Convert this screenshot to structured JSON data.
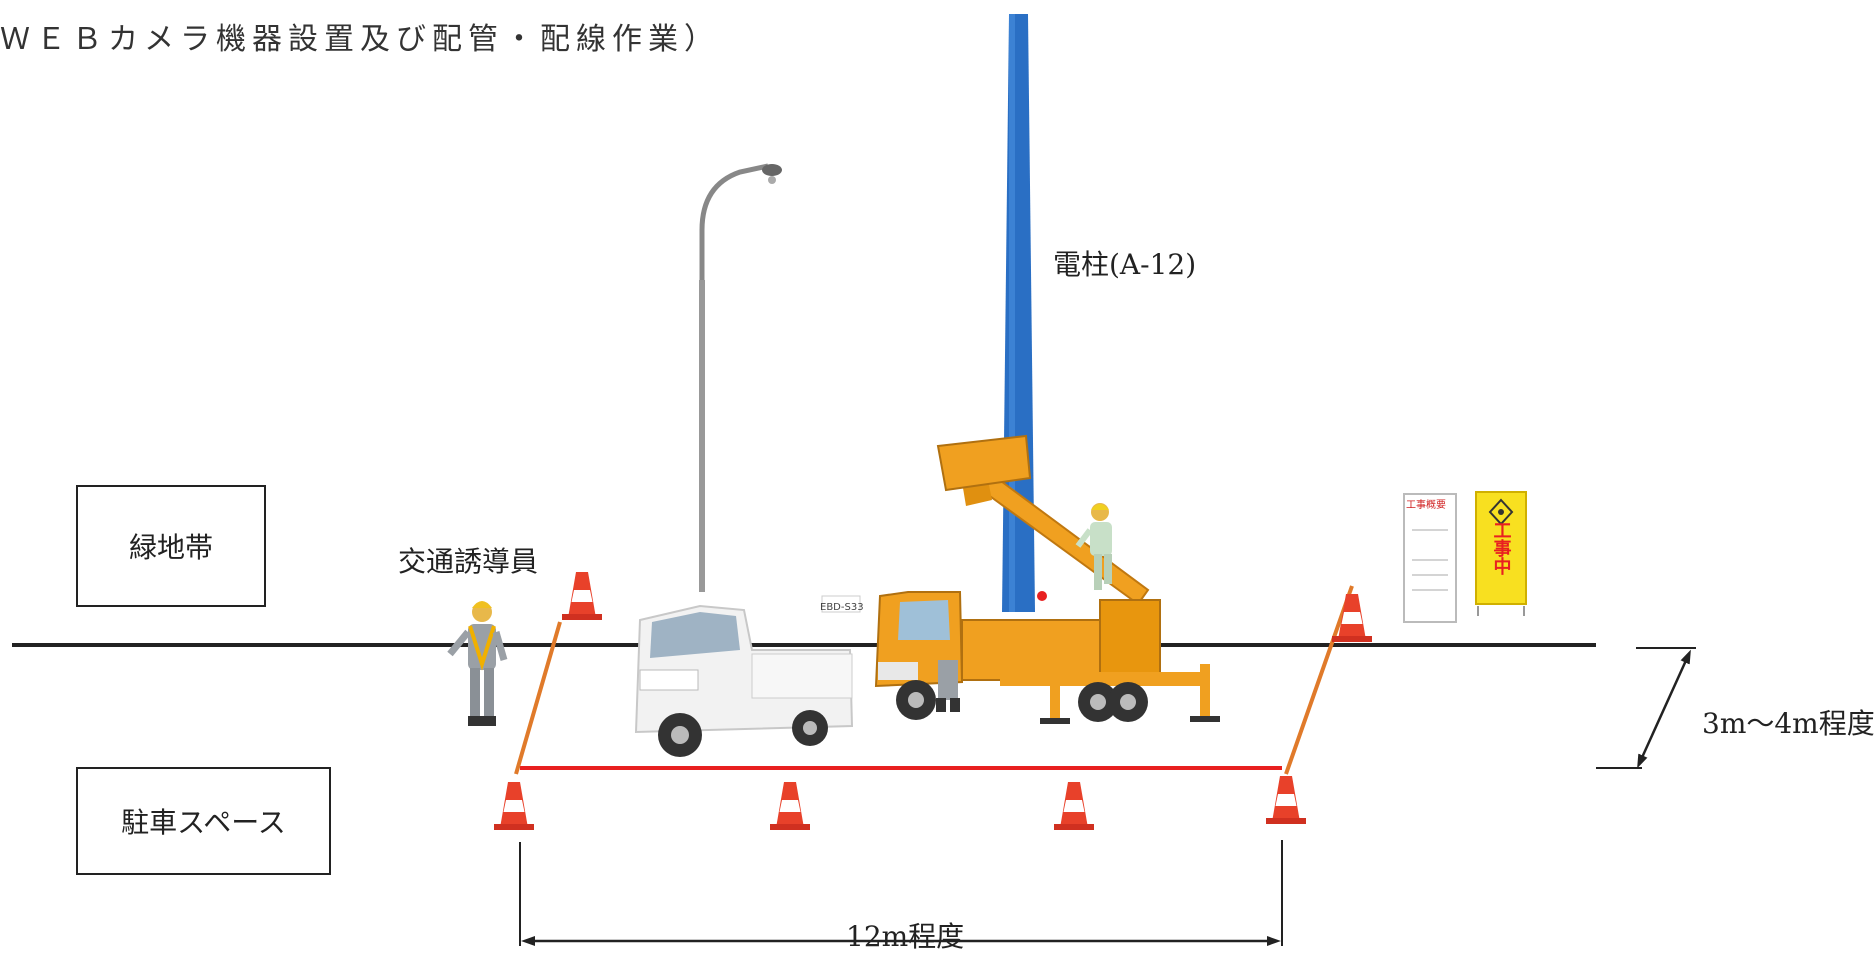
{
  "title": "ＷＥＢカメラ機器設置及び配管・配線作業）",
  "labels": {
    "green_belt": "緑地帯",
    "parking_space": "駐車スペース",
    "traffic_guide": "交通誘導員",
    "utility_pole": "電柱(A-12)",
    "width_note": "3m～4m程度",
    "length_note": "12m程度",
    "truck_plate": "EBD-S33",
    "sign_board_title": "工事概要",
    "sign_construction": "工事中"
  },
  "colors": {
    "pole": "#2a6fc4",
    "truck_orange": "#f0a020",
    "cone": "#e8412a",
    "barrier_line": "#e82020",
    "diag_line": "#e07a2a",
    "sign_yellow": "#f8e020"
  }
}
